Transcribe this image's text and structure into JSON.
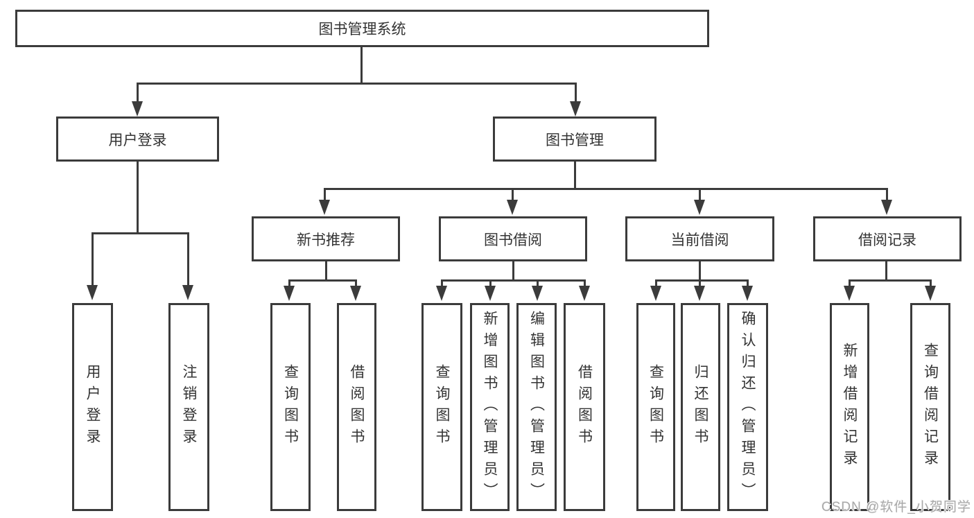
{
  "title": "图书管理系统",
  "level2": [
    "用户登录",
    "图书管理"
  ],
  "level3": [
    "新书推荐",
    "图书借阅",
    "当前借阅",
    "借阅记录"
  ],
  "leaves": {
    "user": [
      "用户登录",
      "注销登录"
    ],
    "newbook": [
      "查询图书",
      "借阅图书"
    ],
    "borrow": [
      "查询图书",
      "新增图书（管理员）",
      "编辑图书（管理员）",
      "借阅图书"
    ],
    "current": [
      "查询图书",
      "归还图书",
      "确认归还（管理员）"
    ],
    "record": [
      "新增借阅记录",
      "查询借阅记录"
    ]
  },
  "watermark": "CSDN @软件_小贺同学",
  "colors": {
    "line": "#3b3b3b",
    "text": "#333333",
    "background": "#ffffff",
    "watermark": "#a8a8a8"
  }
}
